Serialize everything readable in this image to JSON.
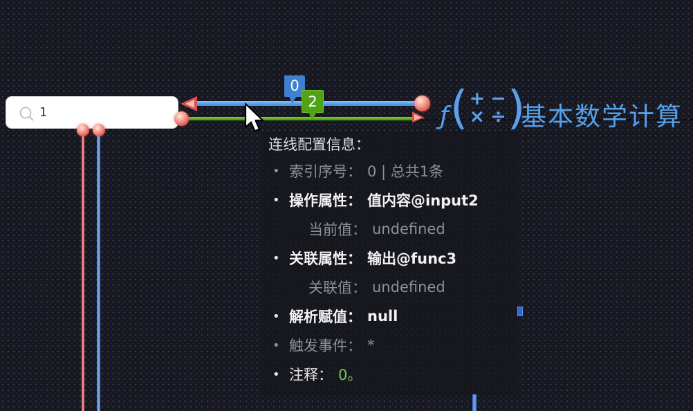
{
  "colors": {
    "canvas_bg": "#17181e",
    "canvas_dot": "#2e3152",
    "edge_blue": "#4a97e8",
    "edge_green": "#4ba50e",
    "endpoint_red": "#e25a52",
    "badge_blue": "#3f80d0",
    "badge_green": "#51a216",
    "node_accent_blue": "#55a0ea",
    "vline_pink": "#e87474",
    "vline_blue": "#4a8fe8",
    "comment_green": "#7cc35a"
  },
  "search_node": {
    "value": "1",
    "icon": "magnifier-icon"
  },
  "edge_badges": [
    {
      "label": "0",
      "color": "blue"
    },
    {
      "label": "2",
      "color": "green"
    }
  ],
  "func_node": {
    "symbol_f": "ƒ",
    "paren_open": "(",
    "operators": [
      "+",
      "−",
      "×",
      "÷"
    ],
    "paren_close": ")",
    "title": "基本数学计算"
  },
  "tooltip": {
    "title": "连线配置信息：",
    "items": [
      {
        "bullet": "•",
        "label": "索引序号：",
        "value": "0 | 总共1条"
      },
      {
        "bullet": "•",
        "label": "操作属性：",
        "value": "值内容@input2"
      },
      {
        "bullet": "",
        "label": "当前值：",
        "value": "undefined"
      },
      {
        "bullet": "•",
        "label": "关联属性：",
        "value": "输出@func3"
      },
      {
        "bullet": "",
        "label": "关联值：",
        "value": "undefined"
      },
      {
        "bullet": "•",
        "label": "解析赋值：",
        "value": "null"
      },
      {
        "bullet": "•",
        "label": "触发事件：",
        "value": "*"
      },
      {
        "bullet": "•",
        "label": "注释：",
        "value": "0。"
      }
    ]
  }
}
